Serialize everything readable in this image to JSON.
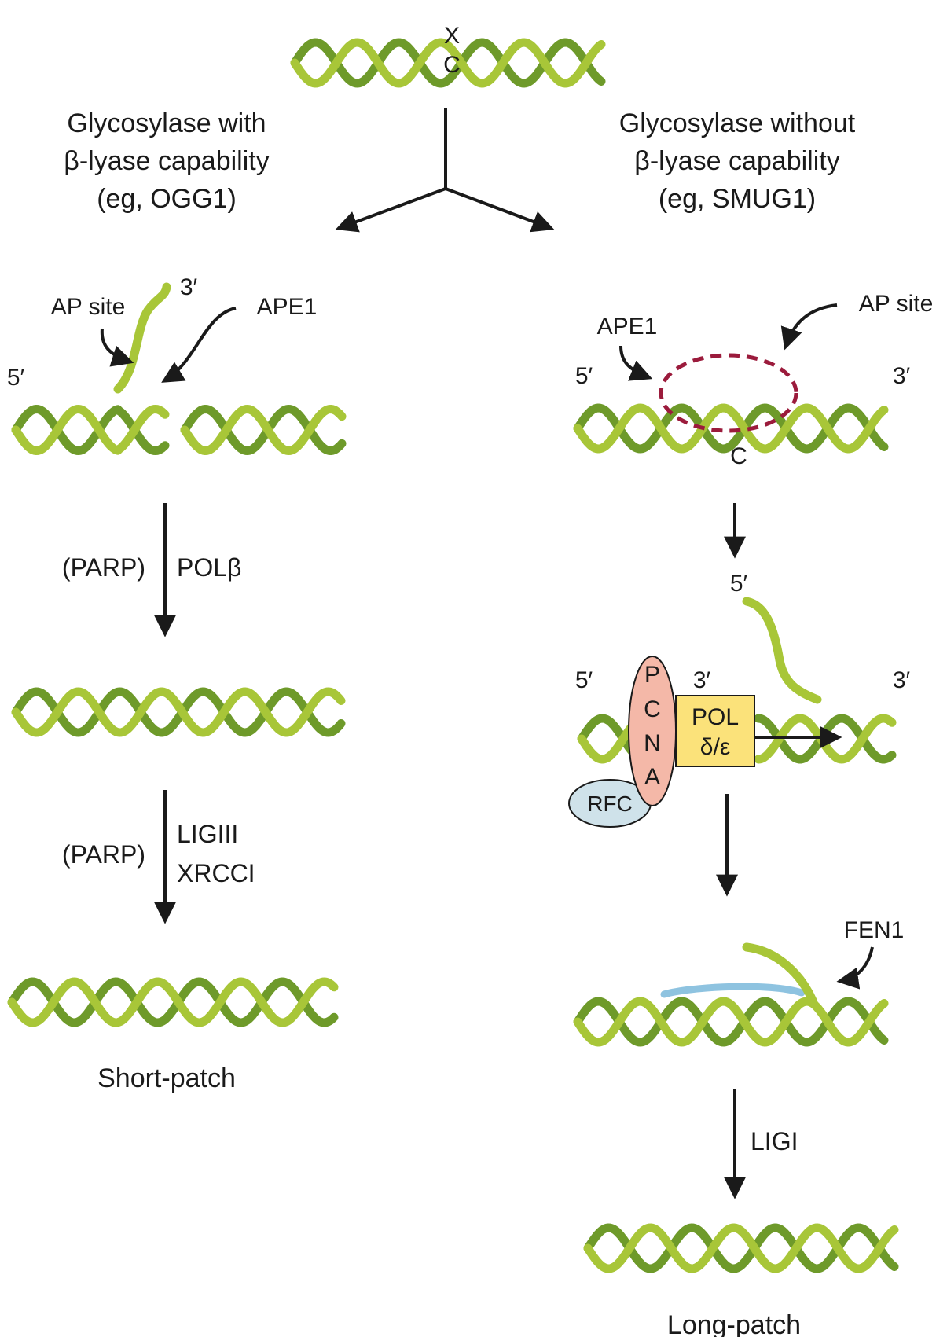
{
  "colors": {
    "strand_light": "#a8c638",
    "strand_dark": "#6e9a2a",
    "arrow": "#1a1a1a",
    "ap_ellipse": "#9b1b3c",
    "pcna_fill": "#f4b8a8",
    "rfc_fill": "#cfe2ea",
    "pol_fill": "#fbe27a",
    "patch_new": "#8ec3e0"
  },
  "top": {
    "mismatch_top": "X",
    "mismatch_bottom": "C"
  },
  "left_branch": {
    "title_line1": "Glycosylase with",
    "title_line2": "β-lyase capability",
    "title_line3": "(eg, OGG1)",
    "ap_site": "AP site",
    "ape1": "APE1",
    "three_prime": "3′",
    "five_prime": "5′",
    "step1_left": "(PARP)",
    "step1_right": "POLβ",
    "step2_left": "(PARP)",
    "step2_right_line1": "LIGIII",
    "step2_right_line2": "XRCCI",
    "result": "Short-patch"
  },
  "right_branch": {
    "title_line1": "Glycosylase without",
    "title_line2": "β-lyase capability",
    "title_line3": "(eg, SMUG1)",
    "ap_site": "AP site",
    "ape1": "APE1",
    "five_prime": "5′",
    "three_prime": "3′",
    "c_base": "C",
    "flap_five_prime": "5′",
    "pol_five_prime": "5′",
    "pol_three_prime_inner": "3′",
    "pol_three_prime_right": "3′",
    "pcna": [
      "P",
      "C",
      "N",
      "A"
    ],
    "rfc": "RFC",
    "pol_line1": "POL",
    "pol_line2": "δ/ε",
    "fen1": "FEN1",
    "ligase": "LIGI",
    "result": "Long-patch"
  }
}
